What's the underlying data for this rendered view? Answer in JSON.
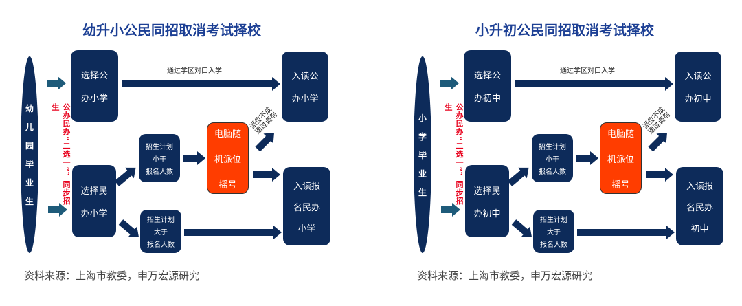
{
  "panels": [
    {
      "title": "幼升小公民同招取消考试择校",
      "graduate": [
        "幼",
        "儿",
        "园",
        "毕",
        "业",
        "生"
      ],
      "choose_public": [
        "选择公",
        "办小学"
      ],
      "choose_private": [
        "选择民",
        "办小学"
      ],
      "red_note": "公办民办“二选一”，同步招生",
      "route_label": "通过学区对口入学",
      "less": [
        "招生计划",
        "小于",
        "报名人数"
      ],
      "more": [
        "招生计划",
        "大于",
        "报名人数"
      ],
      "lottery": [
        "电脑随",
        "机派位",
        "摇号"
      ],
      "adjust": [
        "派位不成",
        "通过调剂"
      ],
      "enter_public": [
        "入读公",
        "办小学"
      ],
      "enter_private": [
        "入读报",
        "名民办",
        "小学"
      ],
      "source": "资料来源：上海市教委，申万宏源研究"
    },
    {
      "title": "小升初公民同招取消考试择校",
      "graduate": [
        "小",
        "学",
        "毕",
        "业",
        "生"
      ],
      "choose_public": [
        "选择公",
        "办初中"
      ],
      "choose_private": [
        "选择民",
        "办初中"
      ],
      "red_note": "公办民办“二选一”，同步招生",
      "route_label": "通过学区对口入学",
      "less": [
        "招生计划",
        "小于",
        "报名人数"
      ],
      "more": [
        "招生计划",
        "大于",
        "报名人数"
      ],
      "lottery": [
        "电脑随",
        "机派位",
        "摇号"
      ],
      "adjust": [
        "派位不成",
        "通过调剂"
      ],
      "enter_public": [
        "入读公",
        "办初中"
      ],
      "enter_private": [
        "入读报",
        "名民办",
        "初中"
      ],
      "source": "资料来源：上海市教委，申万宏源研究"
    }
  ],
  "colors": {
    "navy": "#0d2b5a",
    "orange": "#ff3d00",
    "red": "#e8001c",
    "title": "#1c3f94"
  }
}
